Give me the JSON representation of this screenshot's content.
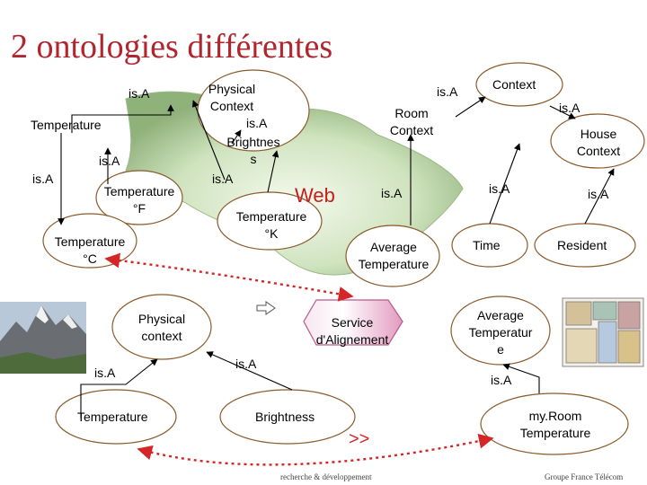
{
  "title": "2 ontologies différentes",
  "web_label": "Web",
  "nodes": {
    "temperature_left": "Temperature",
    "physical_context_top": "Physical\nContext",
    "isA_brightness_label": "is.A",
    "brightness": "Brightnes\ns",
    "temperature_f": "Temperature\n°F",
    "temperature_c": "Temperature\n°C",
    "temperature_k": "Temperature\n°K",
    "room_context": "Room\nContext",
    "context": "Context",
    "house_context": "House\nContext",
    "average_temperature_right": "Average\nTemperature",
    "time": "Time",
    "resident": "Resident",
    "physical_context_bottom": "Physical\ncontext",
    "service_alignement": "Service\nd'Alignement",
    "average_temperature_bottom": "Average\nTemperatur\ne",
    "temperature_bottom": "Temperature",
    "brightness_bottom": "Brightness",
    "myroom_temperature": "my.Room\nTemperature"
  },
  "isA_labels": {
    "top_left": "is.A",
    "left_mid": "is.A",
    "far_left": "is.A",
    "center": "is.A",
    "room": "is.A",
    "house_top": "is.A",
    "avg": "is.A",
    "time": "is.A",
    "resident": "is.A",
    "bottom_left": "is.A",
    "bottom_mid": "is.A",
    "bottom_right": "is.A"
  },
  "chevrons": ">>",
  "footer_left": "recherche & développement",
  "footer_right": "Groupe France Télécom",
  "colors": {
    "title": "#b0262e",
    "ellipse_stroke": "#8b5a2b",
    "shape_green_light": "#f2f8ec",
    "shape_green_dark": "#90b47a",
    "service_fill": "#e8a6c8",
    "dotted_arrow": "#d42626"
  },
  "icons": [
    "mountain-photo",
    "floor-plan-image",
    "hollow-arrow-icon"
  ]
}
